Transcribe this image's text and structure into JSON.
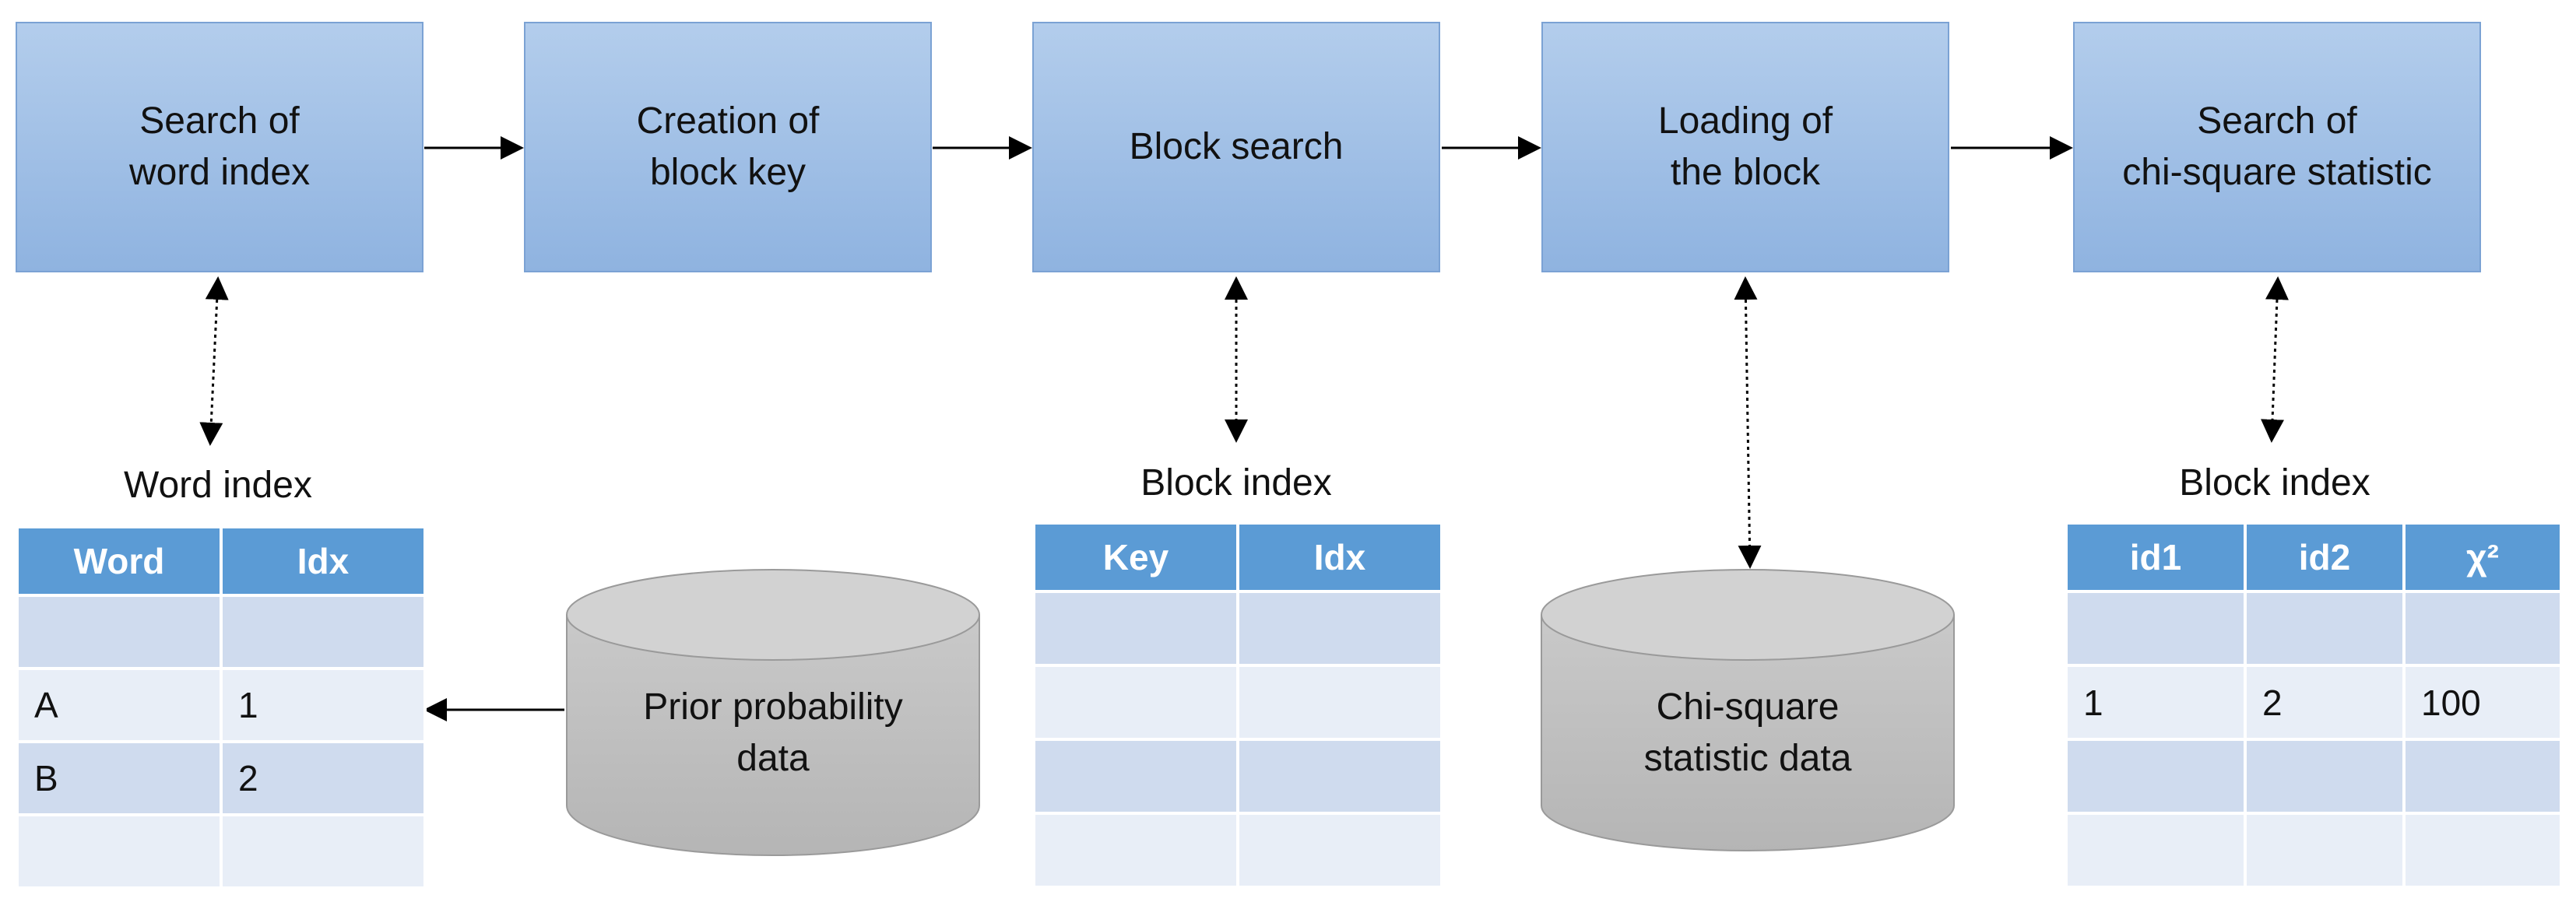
{
  "steps": [
    {
      "label": "Search of\nword index"
    },
    {
      "label": "Creation of\nblock key"
    },
    {
      "label": "Block search"
    },
    {
      "label": "Loading of\nthe block"
    },
    {
      "label": "Search of\nchi-square statistic"
    }
  ],
  "word_index": {
    "title": "Word index",
    "headers": [
      "Word",
      "Idx"
    ],
    "rows": [
      [
        "",
        ""
      ],
      [
        "A",
        "1"
      ],
      [
        "B",
        "2"
      ],
      [
        "",
        ""
      ]
    ]
  },
  "block_index_1": {
    "title": "Block index",
    "headers": [
      "Key",
      "Idx"
    ],
    "rows": [
      [
        "",
        ""
      ],
      [
        "",
        ""
      ],
      [
        "",
        ""
      ],
      [
        "",
        ""
      ]
    ]
  },
  "block_index_2": {
    "title": "Block index",
    "headers": [
      "id1",
      "id2",
      "χ²"
    ],
    "rows": [
      [
        "",
        "",
        ""
      ],
      [
        "1",
        "2",
        "100"
      ],
      [
        "",
        "",
        ""
      ],
      [
        "",
        "",
        ""
      ]
    ]
  },
  "databases": [
    {
      "label": "Prior probability\ndata"
    },
    {
      "label": "Chi-square\nstatistic data"
    }
  ],
  "colors": {
    "process_fill_top": "#b3cdec",
    "process_fill_bottom": "#8fb3e0",
    "table_header": "#5b9bd5",
    "table_row_dark": "#cfdbee",
    "table_row_light": "#e8eef7",
    "cylinder_fill": "#bdbdbd"
  }
}
